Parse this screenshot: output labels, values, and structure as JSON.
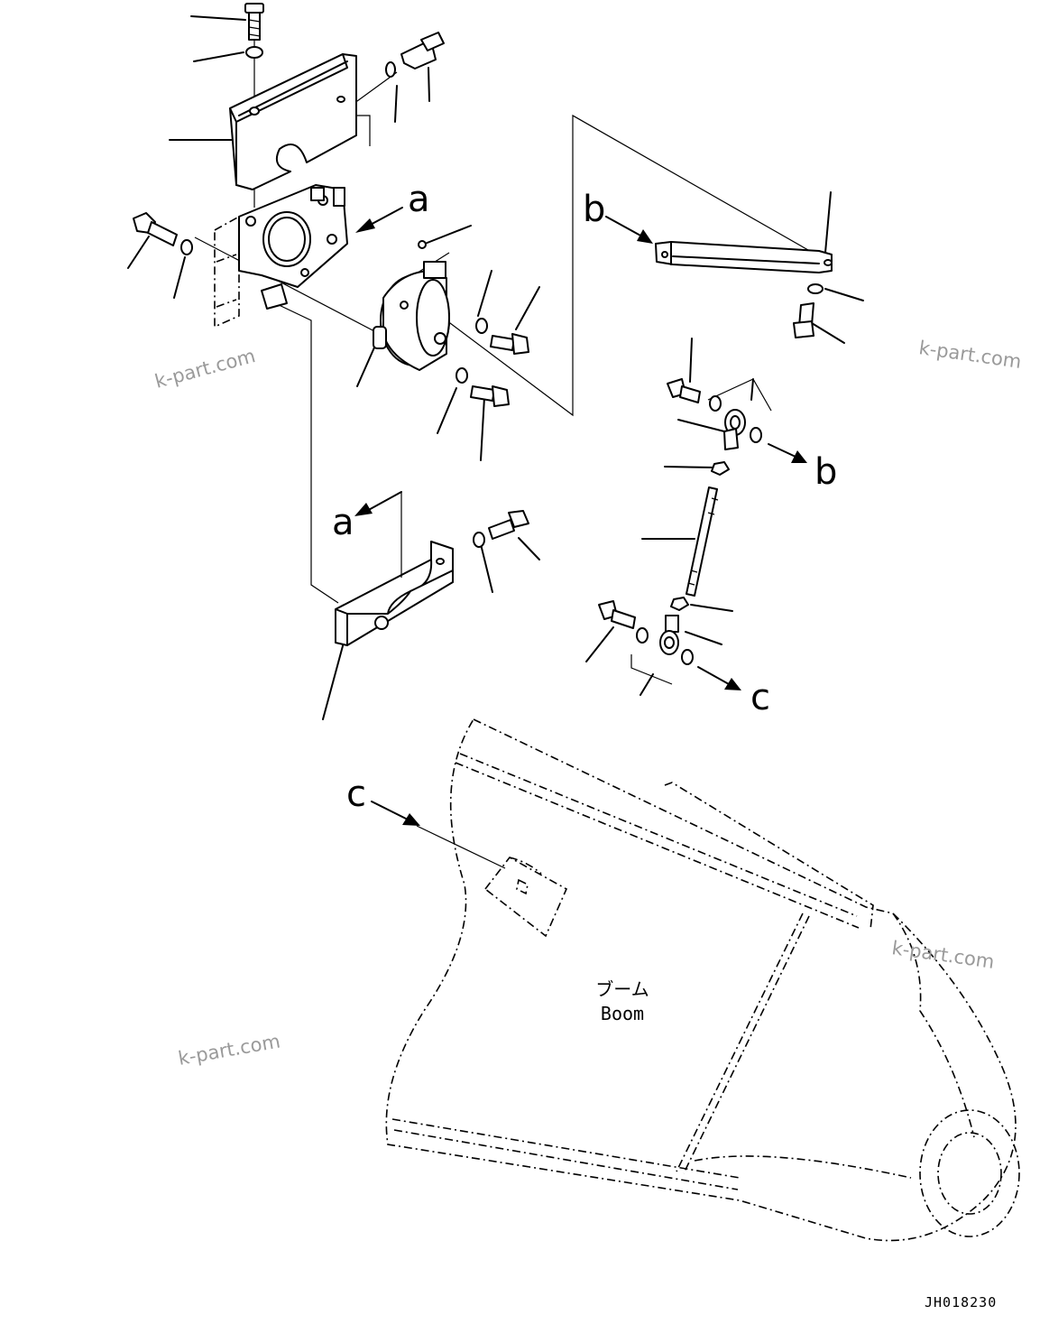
{
  "callouts": {
    "a": "a",
    "b": "b",
    "c": "c"
  },
  "boom_label_jp": "ブーム",
  "boom_label_en": "Boom",
  "watermark": "k-part.com",
  "drawing_code": "JH018230"
}
